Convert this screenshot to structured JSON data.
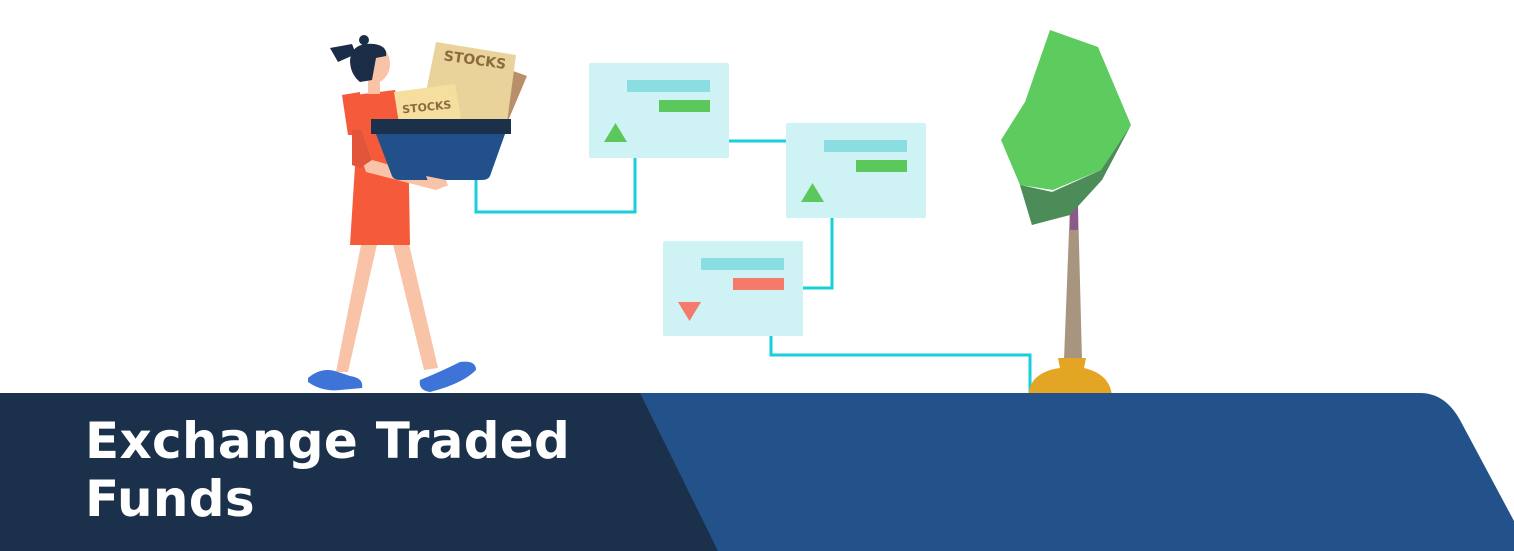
{
  "banner": {
    "title_line1": "Exchange Traded",
    "title_line2": "Funds"
  },
  "illustration": {
    "stock_label_large": "STOCKS",
    "stock_label_small": "STOCKS",
    "cards": [
      {
        "trend": "up"
      },
      {
        "trend": "up"
      },
      {
        "trend": "down"
      }
    ]
  },
  "colors": {
    "banner_dark": "#1b314b",
    "banner_blue": "#23528a",
    "card_bg": "#cff2f4",
    "card_bar_top": "#8adde0",
    "up_green": "#5cc85c",
    "down_red": "#f47a6b",
    "connector": "#19cfdb",
    "tree_light": "#5ecb5e",
    "tree_dark": "#4c8c59",
    "pot": "#e4a524",
    "dress": "#f55a3a",
    "basket": "#21508a"
  }
}
